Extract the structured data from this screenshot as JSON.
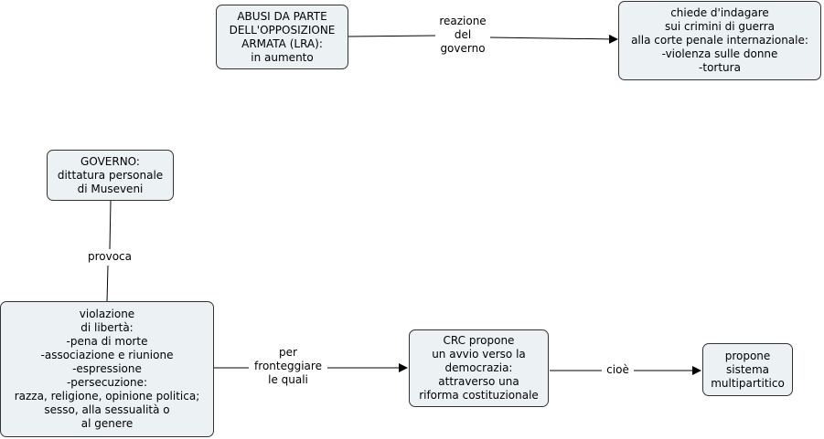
{
  "nodes": {
    "abusi": "ABUSI DA PARTE\nDELL'OPPOSIZIONE\nARMATA (LRA):\nin aumento",
    "chiede": "chiede d'indagare\nsui crimini di guerra\nalla corte penale internazionale:\n-violenza sulle donne\n-tortura",
    "governo": "GOVERNO:\ndittatura personale\ndi Museveni",
    "violazione": "violazione\ndi libertà:\n-pena di morte\n-associazione e riunione\n-espressione\n-persecuzione:\nrazza, religione, opinione politica;\nsesso, alla sessualità o\nal genere",
    "crc": "CRC propone\nun avvio verso la\ndemocrazia:\nattraverso una\nriforma costituzionale",
    "multipartitico": "propone\nsistema\nmultipartitico"
  },
  "links": {
    "reazione": "reazione\ndel\ngoverno",
    "provoca": "provoca",
    "fronteggiare": "per\nfronteggiare\nle quali",
    "cioe": "cioè"
  }
}
